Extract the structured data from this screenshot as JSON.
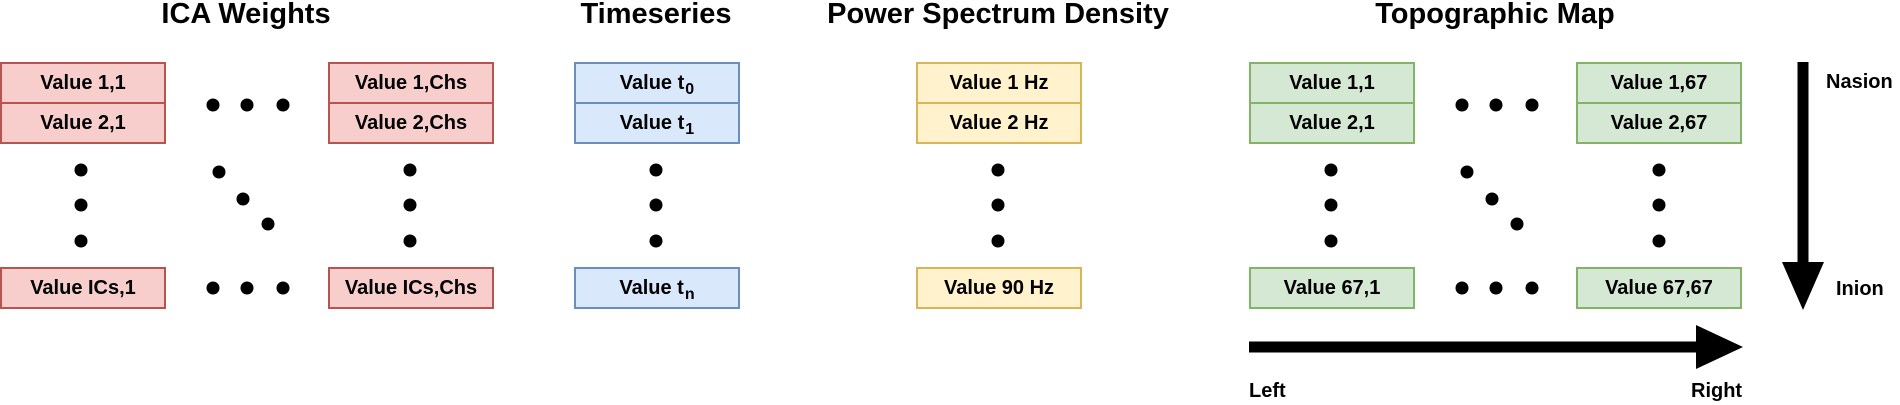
{
  "titles": {
    "ica": "ICA Weights",
    "timeseries": "Timeseries",
    "psd": "Power Spectrum Density",
    "topo": "Topographic Map"
  },
  "ica": {
    "r1c1": "Value 1,1",
    "r2c1": "Value 2,1",
    "rnc1": "Value ICs,1",
    "r1cn": "Value 1,Chs",
    "r2cn": "Value 2,Chs",
    "rncn": "Value ICs,Chs"
  },
  "timeseries": {
    "prefix": "Value t",
    "sub0": "0",
    "sub1": "1",
    "subn": "n"
  },
  "psd": {
    "first": "Value 1 Hz",
    "second": "Value 2 Hz",
    "last": "Value 90 Hz"
  },
  "topo": {
    "r1c1": "Value 1,1",
    "r2c1": "Value 2,1",
    "rnc1": "Value 67,1",
    "r1cn": "Value 1,67",
    "r2cn": "Value 2,67",
    "rncn": "Value 67,67"
  },
  "axes": {
    "nasion": "Nasion",
    "inion": "Inion",
    "left": "Left",
    "right": "Right"
  },
  "colors": {
    "ica_fill": "#f8cecc",
    "ica_stroke": "#b85450",
    "timeseries_fill": "#dae8fc",
    "timeseries_stroke": "#6c8ebf",
    "psd_fill": "#fff2cc",
    "psd_stroke": "#d6b656",
    "topo_fill": "#d5e8d4",
    "topo_stroke": "#82b366"
  }
}
